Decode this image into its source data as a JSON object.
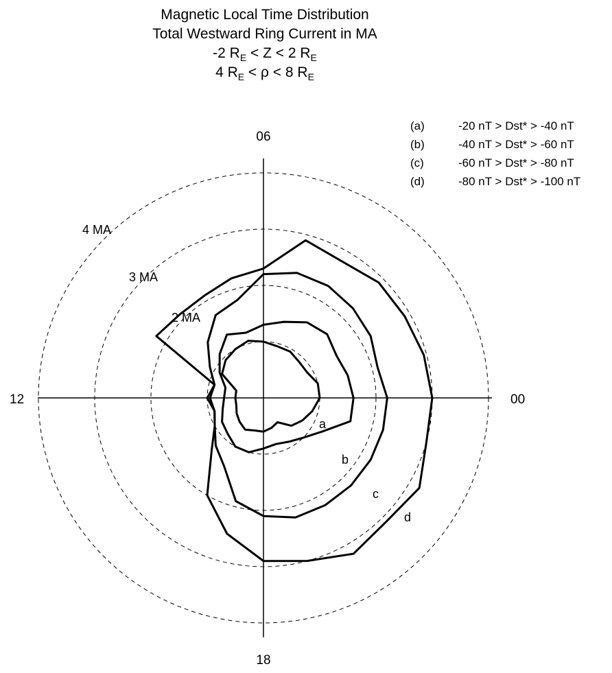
{
  "chart_data": {
    "type": "polar-line",
    "title_lines": [
      "Magnetic Local Time Distribution",
      "Total Westward Ring Current in MA"
    ],
    "condition_z": {
      "pre": "-2 R",
      "sub1": "E",
      "mid": " < Z < 2 R",
      "sub2": "E"
    },
    "condition_rho": {
      "pre": "4 R",
      "sub1": "E",
      "mid": " < ρ < 8 R",
      "sub2": "E"
    },
    "radial_unit": "MA",
    "radial_max": 4,
    "rings": [
      {
        "value": 1,
        "label": ""
      },
      {
        "value": 2,
        "label": "2 MA"
      },
      {
        "value": 3,
        "label": "3 MA"
      },
      {
        "value": 4,
        "label": "4 MA"
      }
    ],
    "angular_labels": [
      {
        "mlt": "00",
        "position": "right"
      },
      {
        "mlt": "06",
        "position": "top"
      },
      {
        "mlt": "12",
        "position": "left"
      },
      {
        "mlt": "18",
        "position": "bottom"
      }
    ],
    "legend": [
      {
        "key": "(a)",
        "text": "-20 nT > Dst* > -40 nT"
      },
      {
        "key": "(b)",
        "text": "-40 nT > Dst* > -60 nT"
      },
      {
        "key": "(c)",
        "text": "-60 nT > Dst* > -80 nT"
      },
      {
        "key": "(d)",
        "text": "-80 nT > Dst* > -100 nT"
      }
    ],
    "mlt_hours": [
      0,
      1,
      2,
      3,
      4,
      5,
      6,
      7,
      8,
      9,
      10,
      11,
      12,
      13,
      14,
      15,
      16,
      17,
      18,
      19,
      20,
      21,
      22,
      23
    ],
    "series": [
      {
        "name": "a",
        "values": [
          1.0,
          1.0,
          0.9,
          0.9,
          0.95,
          0.95,
          1.0,
          1.05,
          1.0,
          0.95,
          0.85,
          0.5,
          0.5,
          0.5,
          0.55,
          0.6,
          0.65,
          0.6,
          0.6,
          0.55,
          0.5,
          0.7,
          0.8,
          0.9
        ]
      },
      {
        "name": "b",
        "values": [
          1.6,
          1.55,
          1.5,
          1.6,
          1.55,
          1.4,
          1.3,
          1.2,
          1.3,
          1.1,
          0.9,
          0.7,
          0.7,
          0.75,
          0.85,
          0.9,
          1.0,
          1.0,
          0.9,
          0.85,
          0.9,
          1.0,
          1.2,
          1.6
        ]
      },
      {
        "name": "c",
        "values": [
          2.2,
          2.1,
          2.2,
          2.25,
          2.3,
          2.3,
          2.2,
          1.8,
          1.7,
          1.4,
          1.1,
          0.9,
          0.95,
          0.9,
          1.0,
          1.2,
          1.4,
          1.9,
          2.1,
          2.2,
          2.2,
          2.2,
          2.2,
          2.2
        ]
      },
      {
        "name": "d",
        "values": [
          3.0,
          2.95,
          2.9,
          2.9,
          2.8,
          2.9,
          2.3,
          2.2,
          2.1,
          2.1,
          2.2,
          0.9,
          1.0,
          0.9,
          1.0,
          1.3,
          2.0,
          2.5,
          2.9,
          3.0,
          3.2,
          3.1,
          3.2,
          3.0
        ]
      }
    ],
    "line_color": "#000000",
    "grid_style": "dashed"
  }
}
